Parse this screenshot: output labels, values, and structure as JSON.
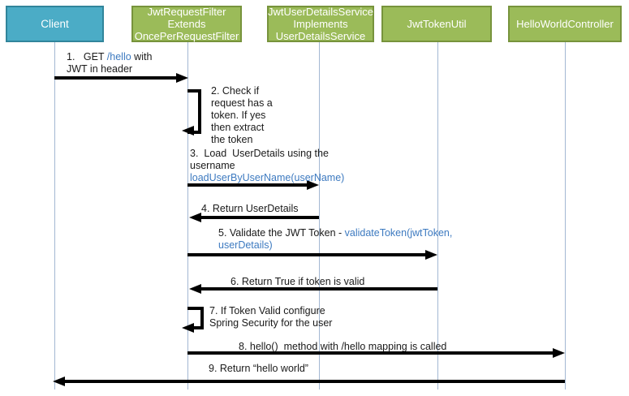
{
  "diagram": {
    "type": "sequence-diagram",
    "subject": "JWT authentication request flow"
  },
  "colors": {
    "actor_client_fill": "#4BACC6",
    "actor_client_border": "#31859B",
    "actor_component_fill": "#9BBB59",
    "actor_component_border": "#77933C",
    "actor_text": "#FFFFFF",
    "lifeline": "#A3B8D3",
    "arrow": "#000000",
    "code_text": "#3D7AC0",
    "label_text": "#1A1A1A"
  },
  "actors": [
    {
      "label": "Client",
      "fill": "#4BACC6",
      "border": "#31859B"
    },
    {
      "label": "JwtRequestFilter Extends OncePerRequestFilter",
      "fill": "#9BBB59",
      "border": "#77933C"
    },
    {
      "label": "JwtUserDetailsService Implements UserDetailsService",
      "fill": "#9BBB59",
      "border": "#77933C"
    },
    {
      "label": "JwtTokenUtil",
      "fill": "#9BBB59",
      "border": "#77933C"
    },
    {
      "label": "HelloWorldController",
      "fill": "#9BBB59",
      "border": "#77933C"
    }
  ],
  "messages": [
    {
      "step": "1",
      "from": "Client",
      "to": "JwtRequestFilter",
      "kind": "call",
      "pre": "1.   GET ",
      "code": "/hello",
      "post": " with",
      "line2": "JWT in header"
    },
    {
      "step": "2",
      "from": "JwtRequestFilter",
      "to": "JwtRequestFilter",
      "kind": "self",
      "lines": [
        "2. Check if",
        "request has a",
        "token. If yes",
        "then extract",
        "the token"
      ]
    },
    {
      "step": "3",
      "from": "JwtRequestFilter",
      "to": "JwtUserDetailsService",
      "kind": "call",
      "line1": "3.  Load  UserDetails using the",
      "line2": "username",
      "code": "loadUserByUserName(userName)"
    },
    {
      "step": "4",
      "from": "JwtUserDetailsService",
      "to": "JwtRequestFilter",
      "kind": "return",
      "text": "4. Return UserDetails"
    },
    {
      "step": "5",
      "from": "JwtRequestFilter",
      "to": "JwtTokenUtil",
      "kind": "call",
      "text": "5. Validate the JWT Token - ",
      "code1": "validateToken(jwtToken,",
      "code2": "userDetails)"
    },
    {
      "step": "6",
      "from": "JwtTokenUtil",
      "to": "JwtRequestFilter",
      "kind": "return",
      "text": "6. Return True if token is valid"
    },
    {
      "step": "7",
      "from": "JwtRequestFilter",
      "to": "JwtRequestFilter",
      "kind": "self",
      "line1": "7. If Token Valid configure",
      "line2": "Spring Security for the user"
    },
    {
      "step": "8",
      "from": "JwtRequestFilter",
      "to": "HelloWorldController",
      "kind": "call",
      "text": "8. hello()  method with /hello mapping is called"
    },
    {
      "step": "9",
      "from": "HelloWorldController",
      "to": "Client",
      "kind": "return",
      "text": "9. Return “hello world”"
    }
  ]
}
